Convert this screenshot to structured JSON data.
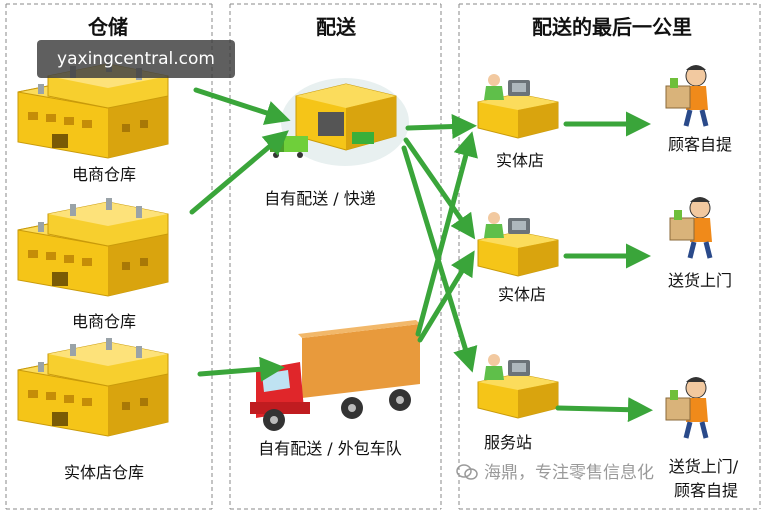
{
  "columns": {
    "warehouse": "仓储",
    "delivery": "配送",
    "last_mile": "配送的最后一公里"
  },
  "warehouses": [
    "电商仓库",
    "电商仓库",
    "实体店仓库"
  ],
  "delivery_modes": [
    "自有配送 / 快递",
    "自有配送 / 外包车队"
  ],
  "stores": [
    "实体店",
    "实体店",
    "服务站"
  ],
  "customer_actions": [
    "顾客自提",
    "送货上门",
    "送货上门/\n顾客自提"
  ],
  "watermark": "yaxingcentral.com",
  "credit": "海鼎，专注零售信息化",
  "colors": {
    "arrow": "#3aa53a",
    "building": "#f5c518",
    "building_shade": "#d9a40e",
    "truck_cab": "#e0262a",
    "truck_box": "#e89a3c",
    "divider": "#888888"
  }
}
